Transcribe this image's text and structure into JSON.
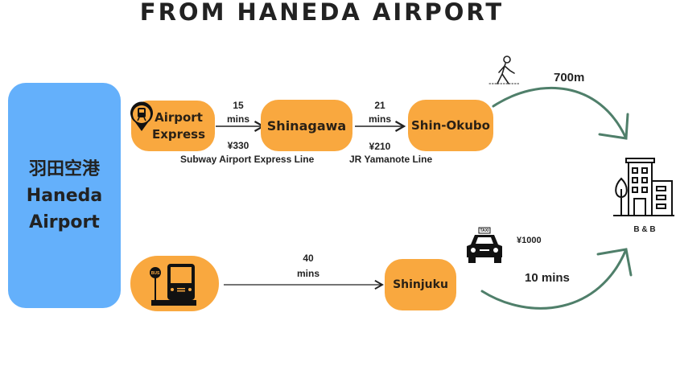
{
  "title": "FROM HANEDA AIRPORT",
  "origin": {
    "kanji": "羽田空港",
    "line1": "Haneda",
    "line2": "Airport"
  },
  "route_train": {
    "start": {
      "line1": "Airport",
      "line2": "Express",
      "icon": "train-pin-icon"
    },
    "leg1": {
      "time": "15",
      "unit": "mins",
      "fare": "¥330",
      "line": "Subway Airport Express Line"
    },
    "stop1": "Shinagawa",
    "leg2": {
      "time": "21",
      "unit": "mins",
      "fare": "¥210",
      "line": "JR Yamanote Line"
    },
    "stop2": "Shin-Okubo",
    "walk": {
      "distance": "700m",
      "icon": "walking-person-icon"
    }
  },
  "route_bus": {
    "start_icon": "bus-stop-icon",
    "leg": {
      "time": "40",
      "unit": "mins"
    },
    "stop": "Shinjuku",
    "taxi": {
      "fare": "¥1000",
      "time": "10 mins",
      "icon": "taxi-icon",
      "sign": "TAXI"
    }
  },
  "destination": {
    "label": "B & B",
    "icon": "building-icon"
  },
  "colors": {
    "orange": "#f9a83f",
    "blue": "#64b0fb",
    "curve": "#4f7f6a"
  }
}
